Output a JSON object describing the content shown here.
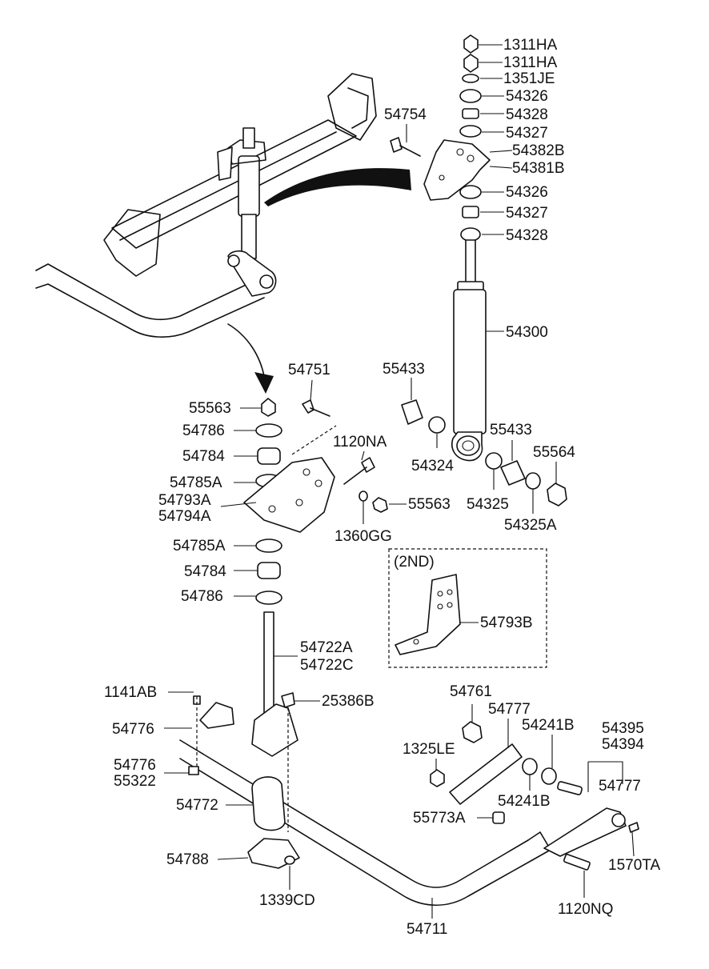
{
  "diagram": {
    "callouts": [
      {
        "id": "c01",
        "text": "1311HA"
      },
      {
        "id": "c02",
        "text": "1311HA"
      },
      {
        "id": "c03",
        "text": "1351JE"
      },
      {
        "id": "c04",
        "text": "54326"
      },
      {
        "id": "c05",
        "text": "54328"
      },
      {
        "id": "c06",
        "text": "54754"
      },
      {
        "id": "c07",
        "text": "54327"
      },
      {
        "id": "c08",
        "text": "54382B"
      },
      {
        "id": "c09",
        "text": "54381B"
      },
      {
        "id": "c10",
        "text": "54326"
      },
      {
        "id": "c11",
        "text": "54327"
      },
      {
        "id": "c12",
        "text": "54328"
      },
      {
        "id": "c13",
        "text": "54300"
      },
      {
        "id": "c14",
        "text": "55433"
      },
      {
        "id": "c15",
        "text": "54751"
      },
      {
        "id": "c16",
        "text": "55563"
      },
      {
        "id": "c17",
        "text": "54786"
      },
      {
        "id": "c18",
        "text": "1120NA"
      },
      {
        "id": "c19",
        "text": "54784"
      },
      {
        "id": "c20",
        "text": "54324"
      },
      {
        "id": "c21",
        "text": "55433"
      },
      {
        "id": "c22",
        "text": "55564"
      },
      {
        "id": "c23",
        "text": "54785A"
      },
      {
        "id": "c24",
        "text": "54793A"
      },
      {
        "id": "c25",
        "text": "54794A"
      },
      {
        "id": "c26",
        "text": "55563"
      },
      {
        "id": "c27",
        "text": "54325"
      },
      {
        "id": "c28",
        "text": "54325A"
      },
      {
        "id": "c29",
        "text": "1360GG"
      },
      {
        "id": "c30",
        "text": "54785A"
      },
      {
        "id": "c31",
        "text": "54784"
      },
      {
        "id": "c32",
        "text": "54786"
      },
      {
        "id": "c33",
        "text": "(2ND)"
      },
      {
        "id": "c34",
        "text": "54793B"
      },
      {
        "id": "c35",
        "text": "54722A"
      },
      {
        "id": "c36",
        "text": "54722C"
      },
      {
        "id": "c37",
        "text": "1141AB"
      },
      {
        "id": "c38",
        "text": "25386B"
      },
      {
        "id": "c39",
        "text": "54761"
      },
      {
        "id": "c40",
        "text": "54777"
      },
      {
        "id": "c41",
        "text": "54776"
      },
      {
        "id": "c42",
        "text": "54241B"
      },
      {
        "id": "c43",
        "text": "54395"
      },
      {
        "id": "c44",
        "text": "54394"
      },
      {
        "id": "c45",
        "text": "1325LE"
      },
      {
        "id": "c46",
        "text": "54776"
      },
      {
        "id": "c47",
        "text": "55322"
      },
      {
        "id": "c48",
        "text": "54777"
      },
      {
        "id": "c49",
        "text": "54772"
      },
      {
        "id": "c50",
        "text": "54241B"
      },
      {
        "id": "c51",
        "text": "55773A"
      },
      {
        "id": "c52",
        "text": "54788"
      },
      {
        "id": "c53",
        "text": "1570TA"
      },
      {
        "id": "c54",
        "text": "1339CD"
      },
      {
        "id": "c55",
        "text": "1120NQ"
      },
      {
        "id": "c56",
        "text": "54711"
      }
    ]
  }
}
